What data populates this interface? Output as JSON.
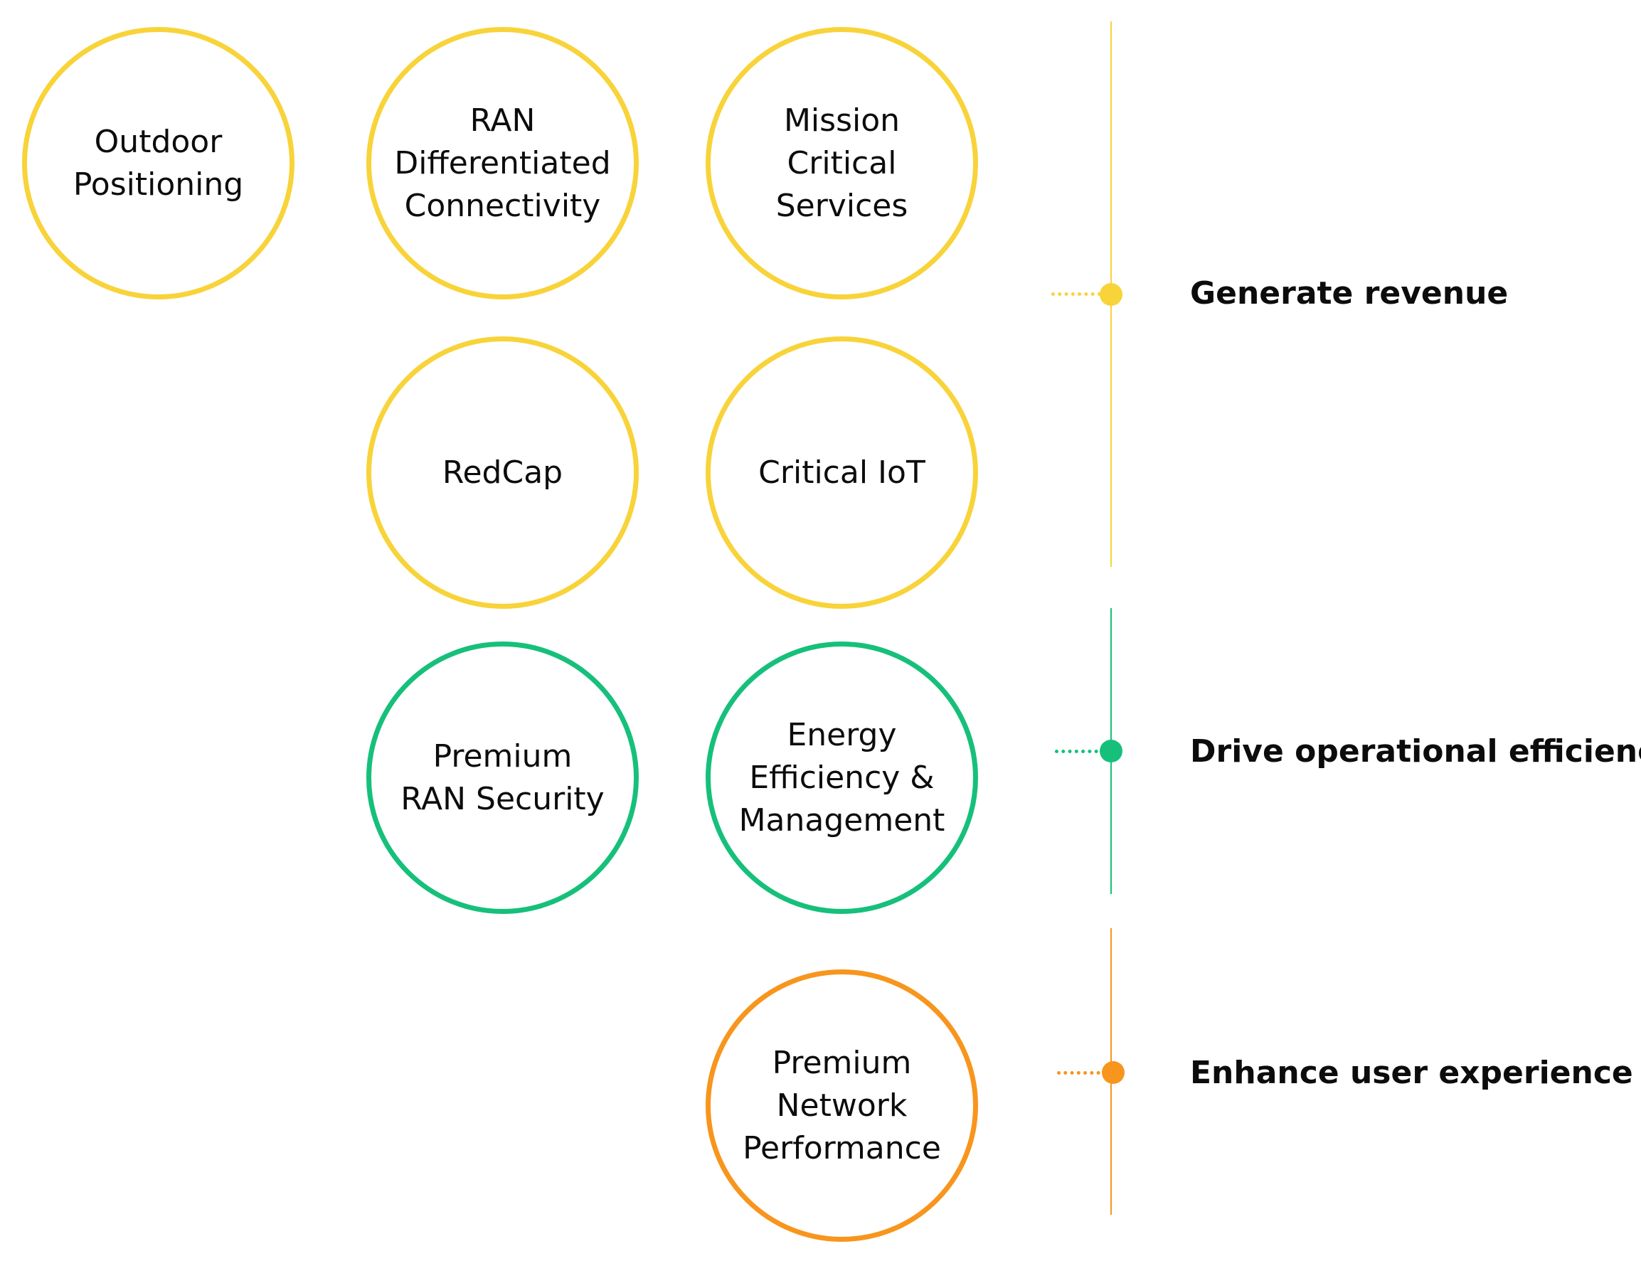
{
  "colors": {
    "revenue": "#f8d339",
    "efficiency": "#16c07a",
    "experience": "#f8951d",
    "text": "#0c0c0c"
  },
  "capabilities": {
    "outdoor_positioning": "Outdoor\nPositioning",
    "ran_differentiated_connectivity": "RAN\nDifferentiated\nConnectivity",
    "mission_critical_services": "Mission\nCritical\nServices",
    "redcap": "RedCap",
    "critical_iot": "Critical IoT",
    "premium_ran_security": "Premium\nRAN Security",
    "energy_efficiency_management": "Energy\nEfficiency &\nManagement",
    "premium_network_performance": "Premium\nNetwork\nPerformance"
  },
  "goals": {
    "generate_revenue": "Generate revenue",
    "drive_operational_efficiency": "Drive operational efficiency",
    "enhance_user_experience": "Enhance user experience"
  }
}
